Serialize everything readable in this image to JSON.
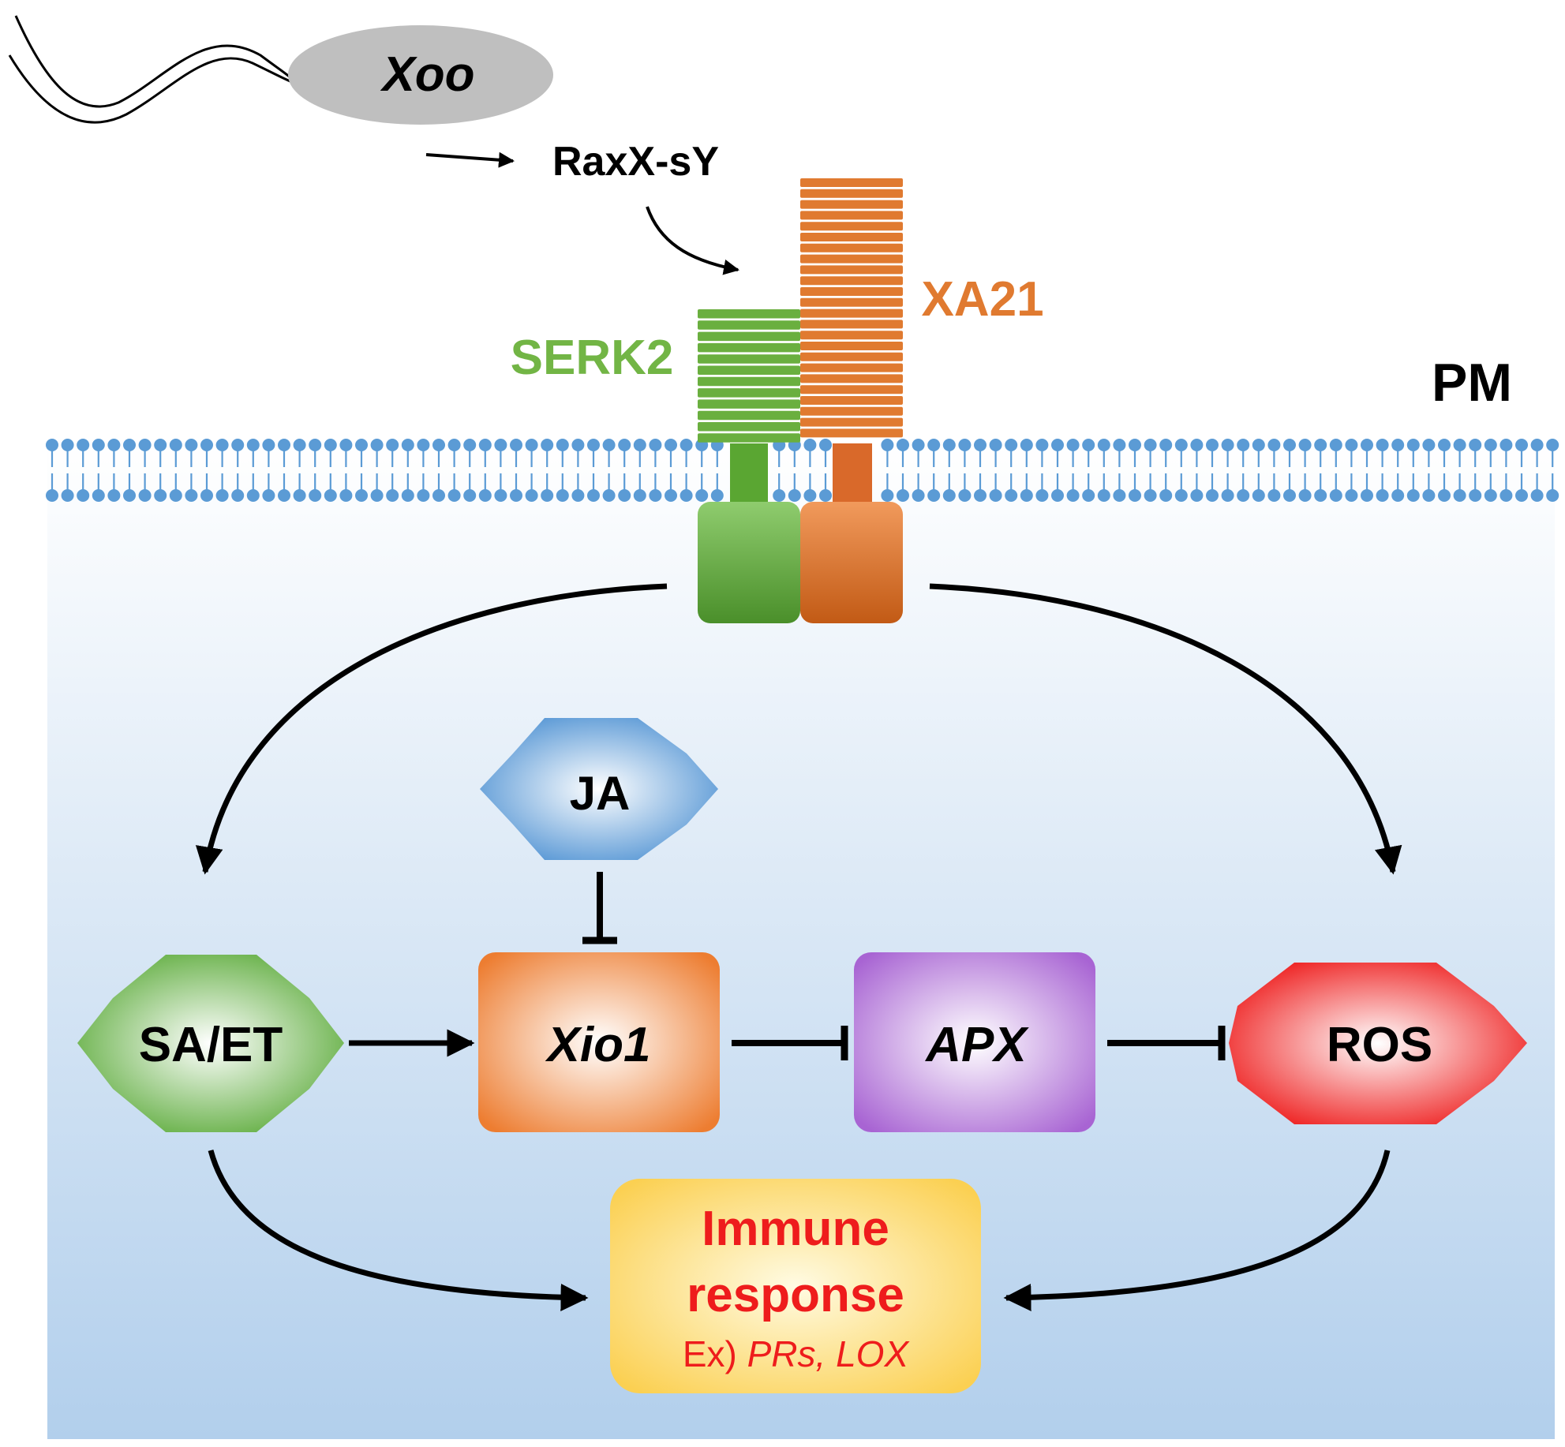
{
  "pathogen": {
    "label": "Xoo"
  },
  "ligand": {
    "label": "RaxX-sY"
  },
  "receptors": {
    "xa21": {
      "label": "XA21"
    },
    "serk2": {
      "label": "SERK2"
    }
  },
  "membrane": {
    "label": "PM"
  },
  "nodes": {
    "ja": {
      "label": "JA"
    },
    "saet": {
      "label": "SA/ET"
    },
    "xio1": {
      "label": "Xio1"
    },
    "apx": {
      "label": "APX"
    },
    "ros": {
      "label": "ROS"
    },
    "immune": {
      "line1": "Immune",
      "line2": "response",
      "ex_prefix": "Ex) ",
      "ex_genes": "PRs, LOX"
    }
  },
  "colors": {
    "xa21": "#e07a30",
    "serk2": "#6aaf3f",
    "serk2_label": "#72b545",
    "membrane": "#5b9bd5",
    "immune_text": "#ee1c1c",
    "immune_fill": "#fcd25c"
  }
}
